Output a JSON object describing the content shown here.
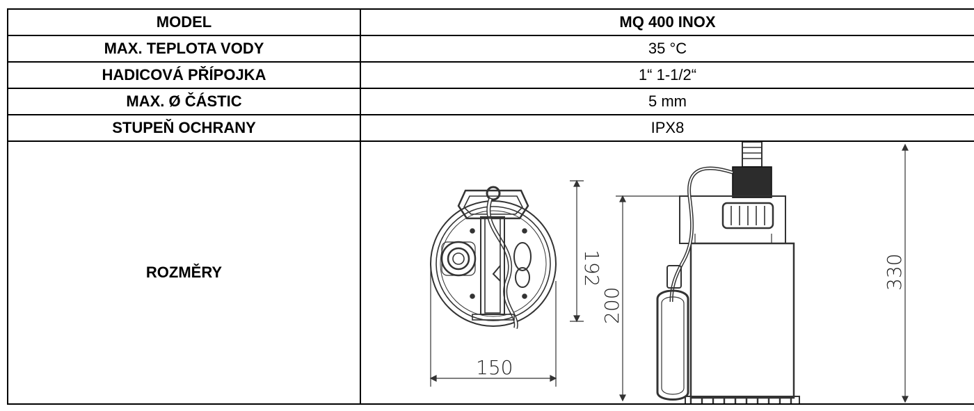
{
  "table": {
    "header": {
      "label": "MODEL",
      "value": "MQ 400 INOX"
    },
    "rows": [
      {
        "label": "MAX. TEPLOTA VODY",
        "value": "35 °C"
      },
      {
        "label": "HADICOVÁ PŘÍPOJKA",
        "value": "1“ 1-1/2“"
      },
      {
        "label": "MAX. Ø ČÁSTIC",
        "value": "5 mm"
      },
      {
        "label": "STUPEŇ OCHRANY",
        "value": "IPX8"
      }
    ],
    "dimensions_label": "ROZMĚRY"
  },
  "drawing": {
    "dim_width": "150",
    "dim_top_height": "192",
    "dim_body_height": "200",
    "dim_total_height": "330"
  }
}
